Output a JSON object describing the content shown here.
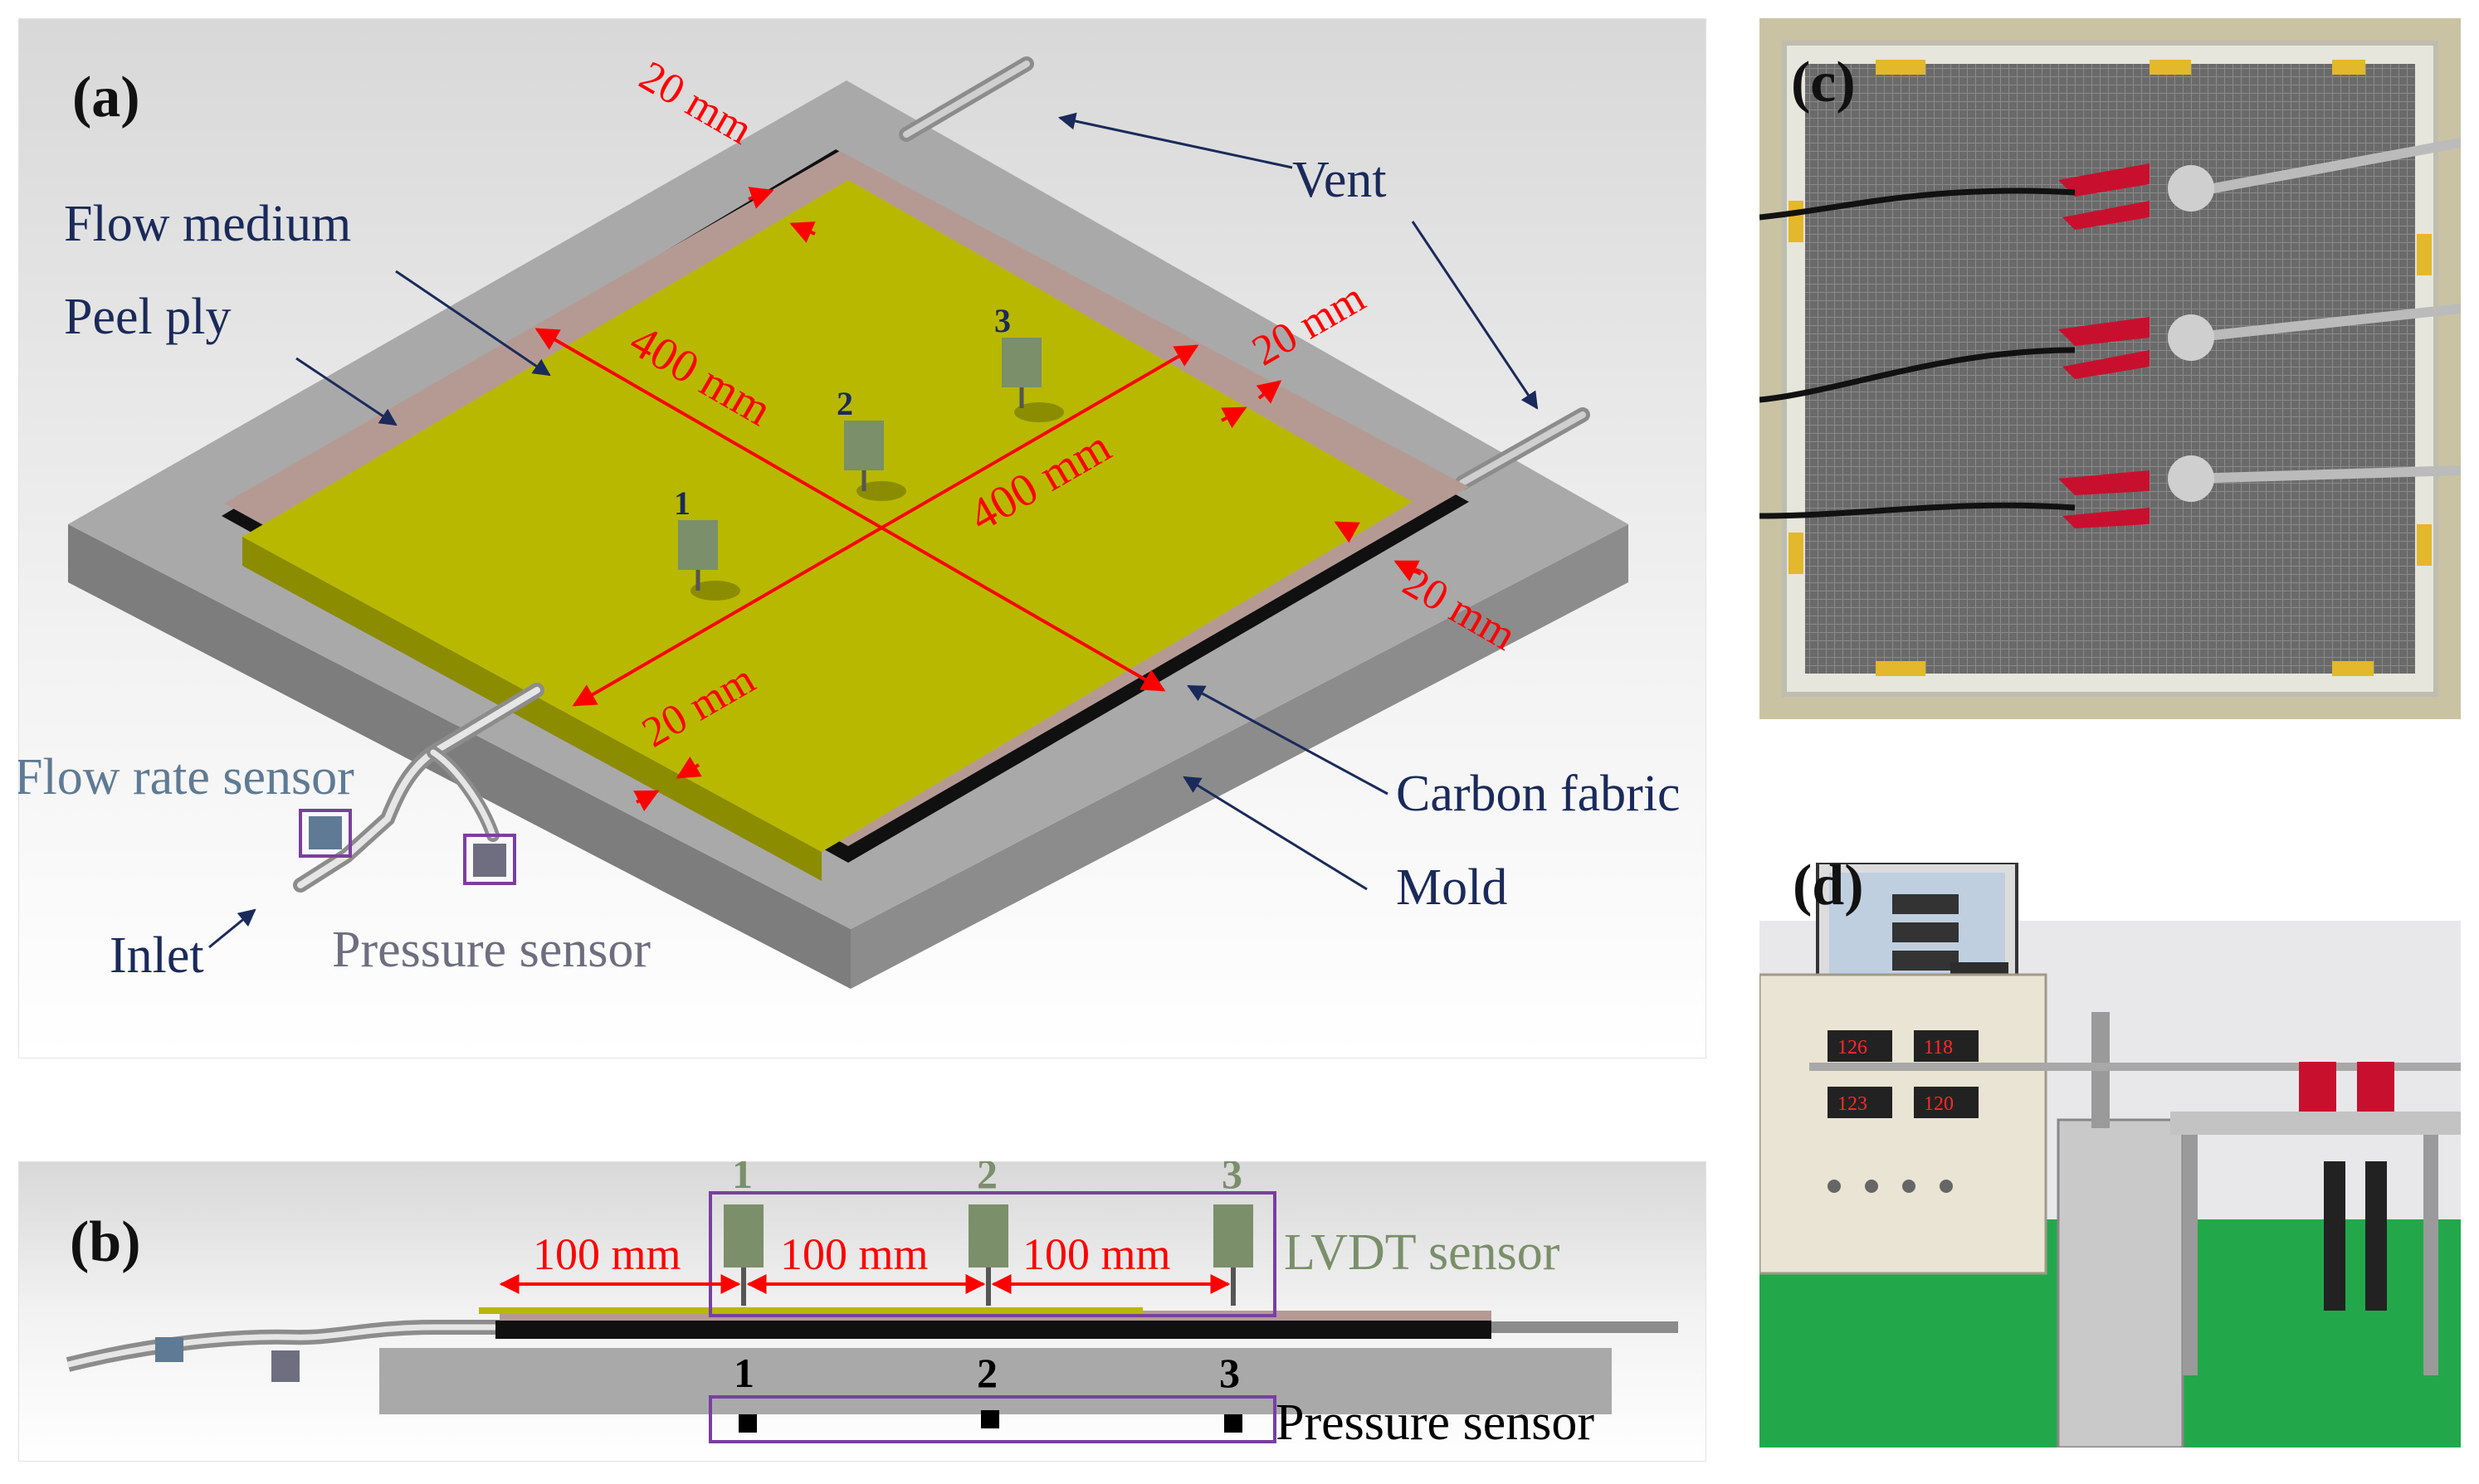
{
  "panel_a": {
    "tag": "(a)",
    "dim_20_top": "20 mm",
    "dim_20_right": "20 mm",
    "dim_20_lowright": "20 mm",
    "dim_20_left": "20 mm",
    "dim_400_a": "400 mm",
    "dim_400_b": "400 mm",
    "sensors": [
      "1",
      "2",
      "3"
    ],
    "labels": {
      "flow_medium": "Flow medium",
      "peel_ply": "Peel ply",
      "vent": "Vent",
      "carbon_fabric": "Carbon fabric",
      "mold": "Mold",
      "flow_rate_sensor": "Flow rate sensor",
      "inlet": "Inlet",
      "pressure_sensor": "Pressure sensor"
    }
  },
  "panel_b": {
    "tag": "(b)",
    "lvdt_numbers": [
      "1",
      "2",
      "3"
    ],
    "pressure_numbers": [
      "1",
      "2",
      "3"
    ],
    "spacings": [
      "100 mm",
      "100 mm",
      "100 mm"
    ],
    "lvdt_label": "LVDT sensor",
    "pressure_label": "Pressure sensor"
  },
  "panel_c": {
    "tag": "(c)"
  },
  "panel_d": {
    "tag": "(d)",
    "readouts": [
      "126",
      "118",
      "123",
      "120"
    ]
  },
  "colors": {
    "fabric_yellow": "#b8b800",
    "peel_ply": "#b59a94",
    "mold_grey": "#9a9a9a",
    "dim_red": "#ff0000",
    "navy_text": "#1a2a5a",
    "sensor_green": "#7a8f6a",
    "box_purple": "#7a3fa0",
    "floor_green": "#22a84a"
  }
}
